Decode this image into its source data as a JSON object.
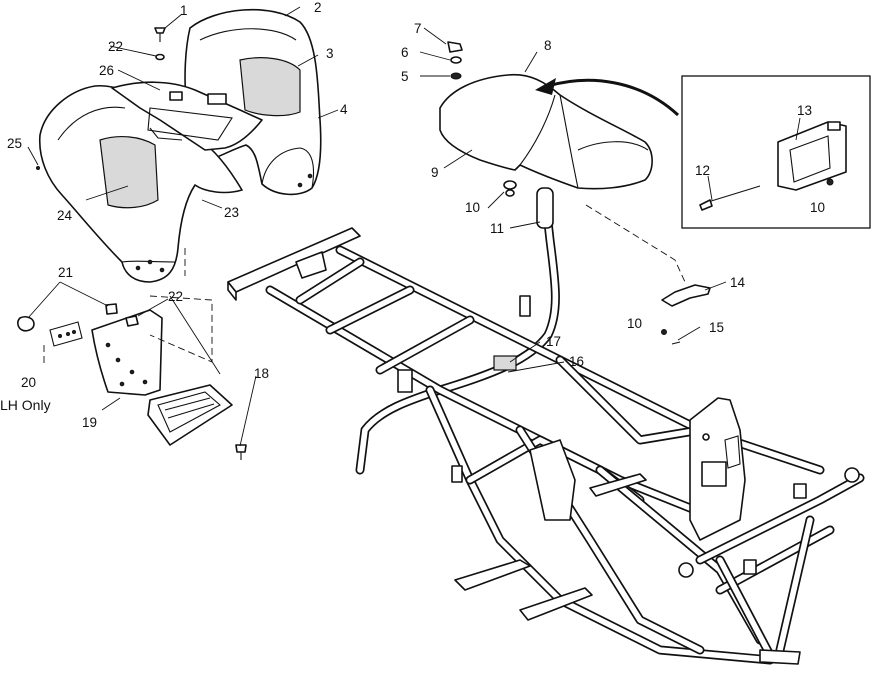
{
  "callouts": {
    "c1": "1",
    "c2": "2",
    "c3": "3",
    "c4": "4",
    "c5": "5",
    "c6": "6",
    "c7": "7",
    "c8": "8",
    "c9": "9",
    "c10a": "10",
    "c10b": "10",
    "c10c": "10",
    "c11": "11",
    "c12": "12",
    "c13": "13",
    "c14": "14",
    "c15": "15",
    "c16": "16",
    "c17": "17",
    "c18": "18",
    "c19": "19",
    "c20": "20",
    "c21": "21",
    "c22a": "22",
    "c22b": "22",
    "c23": "23",
    "c24": "24",
    "c25": "25",
    "c26": "26"
  },
  "notes": {
    "lh_only": "LH Only"
  }
}
